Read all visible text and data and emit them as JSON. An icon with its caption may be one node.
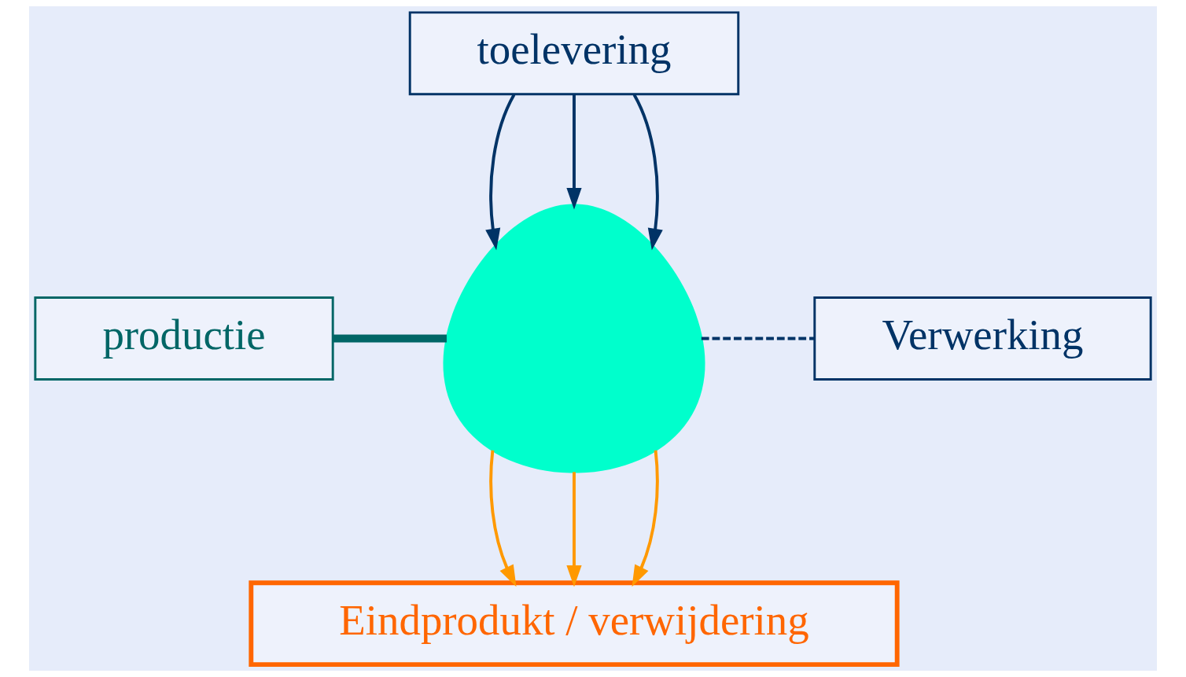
{
  "diagram": {
    "nodes": [
      {
        "text": [
          "toelevering"
        ]
      },
      {
        "text": [
          "productie"
        ]
      },
      {
        "text": [],
        "shape": "cloud"
      },
      {
        "text": [
          "Verwerking"
        ]
      },
      {
        "text": [
          "Eindprodukt / verwijdering"
        ]
      }
    ],
    "edges": [
      {
        "from": 0,
        "to": 2,
        "arrow": "to"
      },
      {
        "from": 0,
        "to": 2,
        "arrow": "to"
      },
      {
        "from": 0,
        "to": 2,
        "arrow": "to"
      },
      {
        "from": 1,
        "to": 2,
        "arrow": "none",
        "style": "thick",
        "color": "#006666"
      },
      {
        "from": 2,
        "to": 3,
        "arrow": "none",
        "style": "dashed"
      },
      {
        "from": 2,
        "to": 4,
        "arrow": "to",
        "color": "#ff9900"
      },
      {
        "from": 2,
        "to": 4,
        "arrow": "to",
        "color": "#ff9900"
      },
      {
        "from": 2,
        "to": 4,
        "arrow": "to",
        "color": "#ff9900"
      }
    ]
  }
}
